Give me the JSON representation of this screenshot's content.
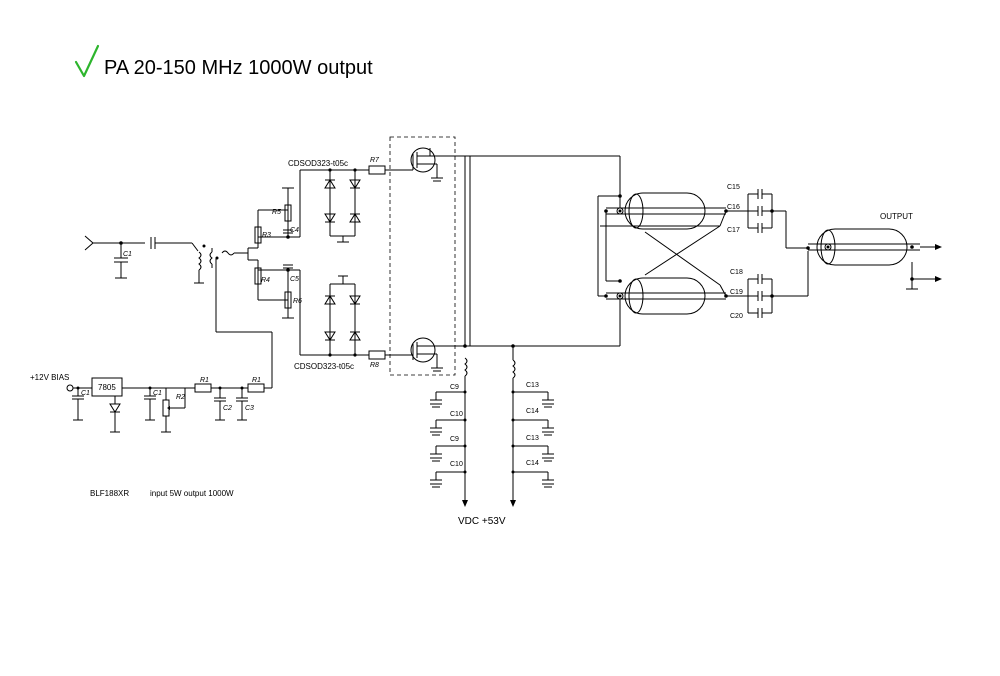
{
  "title": "PA 20-150 MHz 1000W output",
  "accent_check_color": "#2db52d",
  "check_icon": "checkmark-icon",
  "labels": {
    "bias": "+12V BIAS",
    "regulator": "7805",
    "device_note_part": "BLF188XR",
    "device_note_rest": "input 5W  output 1000W",
    "vdc": "VDC +53V",
    "output": "OUTPUT",
    "diode_top": "CDSOD323-t05c",
    "diode_bottom": "CDSOD323-t05c"
  },
  "components": {
    "c1_in": "C1",
    "c1_bias": "C1",
    "c1_reg": "C1",
    "r2": "R2",
    "r1_a": "R1",
    "r1_b": "R1",
    "c2": "C2",
    "c3": "C3",
    "r3": "R3",
    "r4": "R4",
    "r5": "R5",
    "r6": "R6",
    "c4": "C4",
    "c5": "C5",
    "r7": "R7",
    "r8": "R8",
    "c9_a": "C9",
    "c10_a": "C10",
    "c9_b": "C9",
    "c10_b": "C10",
    "c13_a": "C13",
    "c14_a": "C14",
    "c13_b": "C13",
    "c14_b": "C14",
    "c15": "C15",
    "c16": "C16",
    "c17": "C17",
    "c18": "C18",
    "c19": "C19",
    "c20": "C20"
  }
}
